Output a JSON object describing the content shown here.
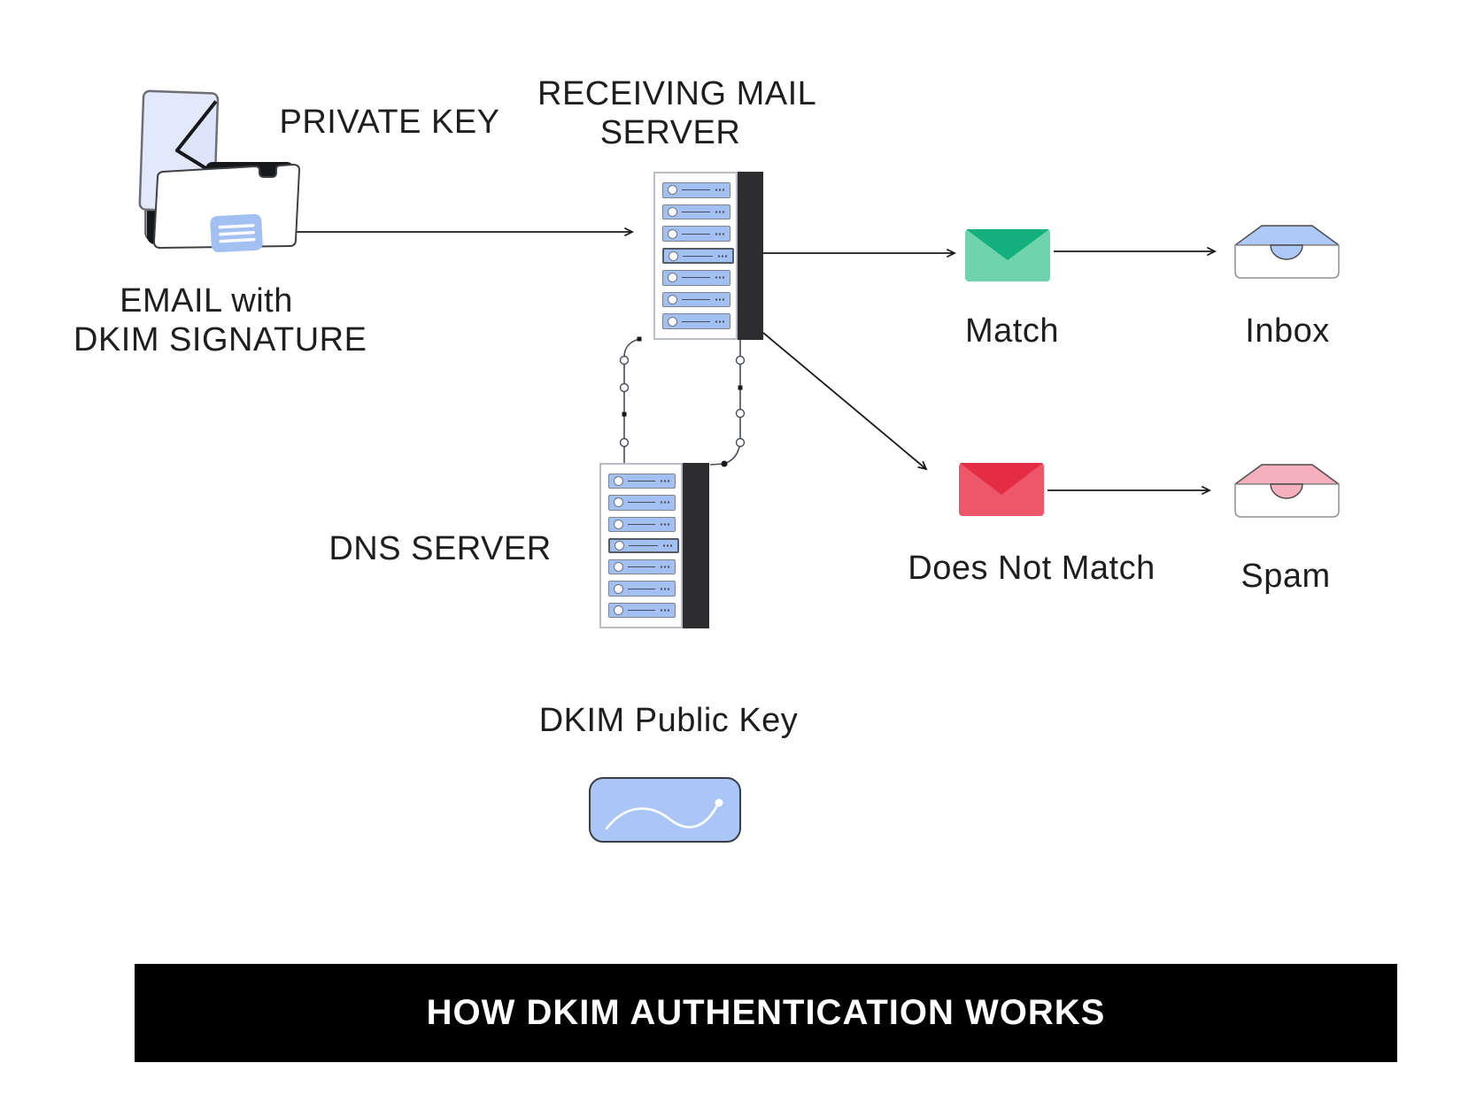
{
  "labels": {
    "private_key": "PRIVATE KEY",
    "receiving_server_line1": "RECEIVING MAIL",
    "receiving_server_line2": "SERVER",
    "email_line1": "EMAIL with",
    "email_line2": "DKIM SIGNATURE",
    "dns_server": "DNS SERVER",
    "dkim_public_key": "DKIM Public Key",
    "match": "Match",
    "inbox": "Inbox",
    "does_not_match": "Does Not Match",
    "spam": "Spam"
  },
  "banner": {
    "title": "HOW DKIM AUTHENTICATION WORKS",
    "bg": "#000000",
    "fg": "#ffffff"
  },
  "palette": {
    "match_envelope_body": "#6fd4ad",
    "match_envelope_flap": "#13af7c",
    "mismatch_envelope_body": "#ee5669",
    "mismatch_envelope_flap": "#e52c45",
    "inbox_tray": "#aec8f8",
    "spam_tray": "#f6afbc",
    "server_slot_blue": "#a3c0f3",
    "server_column_dark": "#2d2d30",
    "public_key_blue": "#a9c6f7",
    "arrow_color": "#1a1a1a"
  }
}
